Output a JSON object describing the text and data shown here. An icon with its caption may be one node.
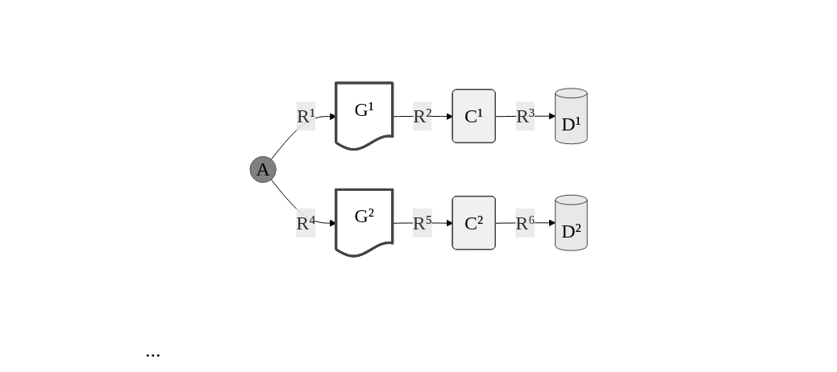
{
  "diagram": {
    "nodes": [
      {
        "text": [
          "A"
        ]
      },
      {
        "text": [
          "G¹"
        ]
      },
      {
        "text": [
          "C¹"
        ]
      },
      {
        "text": [
          "D¹"
        ]
      },
      {
        "text": [
          "G²"
        ]
      },
      {
        "text": [
          "C²"
        ]
      },
      {
        "text": [
          "D²"
        ]
      }
    ],
    "edges": [
      {
        "from": 0,
        "to": 1,
        "arrow": "to",
        "label": "R¹"
      },
      {
        "from": 1,
        "to": 2,
        "arrow": "to",
        "label": "R²"
      },
      {
        "from": 2,
        "to": 3,
        "arrow": "to",
        "label": "R³"
      },
      {
        "from": 0,
        "to": 4,
        "arrow": "to",
        "label": "R⁴"
      },
      {
        "from": 4,
        "to": 5,
        "arrow": "to",
        "label": "R⁵"
      },
      {
        "from": 5,
        "to": 6,
        "arrow": "to",
        "label": "R⁶"
      }
    ],
    "labels": [
      "..."
    ]
  }
}
